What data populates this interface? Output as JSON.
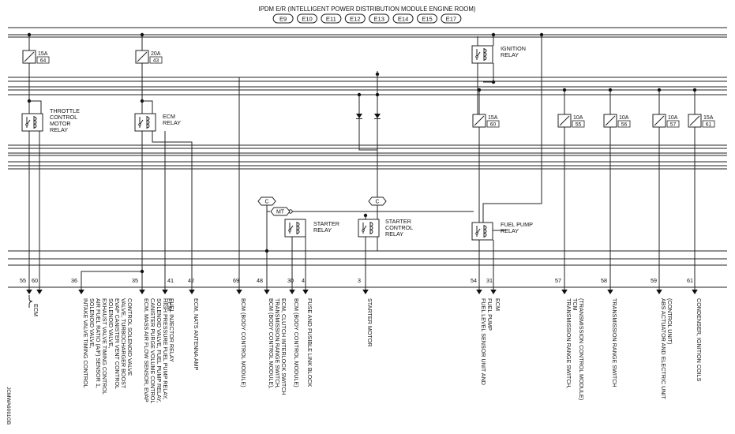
{
  "header": {
    "title": "IPDM E/R (INTELLIGENT POWER DISTRIBUTION MODULE ENGINE ROOM)",
    "connectors": [
      "E9",
      "E10",
      "E11",
      "E12",
      "E13",
      "E14",
      "E15",
      "E17"
    ]
  },
  "fuses": [
    {
      "rating": "15A",
      "number": "64"
    },
    {
      "rating": "20A",
      "number": "43"
    },
    {
      "rating": "15A",
      "number": "60"
    },
    {
      "rating": "10A",
      "number": "55"
    },
    {
      "rating": "10A",
      "number": "56"
    },
    {
      "rating": "10A",
      "number": "57"
    },
    {
      "rating": "15A",
      "number": "61"
    }
  ],
  "relays": {
    "throttle": [
      "THROTTLE",
      "CONTROL",
      "MOTOR",
      "RELAY"
    ],
    "ecm": [
      "ECM",
      "RELAY"
    ],
    "ignition": [
      "IGNITION",
      "RELAY"
    ],
    "starter": [
      "STARTER",
      "RELAY"
    ],
    "starter_control": [
      "STARTER",
      "CONTROL",
      "RELAY"
    ],
    "fuel_pump": [
      "FUEL PUMP",
      "RELAY"
    ]
  },
  "tags": {
    "c1": "C",
    "mt": "MT",
    "c2": "C"
  },
  "terminals": [
    {
      "num": "55",
      "labels": []
    },
    {
      "num": "60",
      "labels": []
    },
    {
      "num": "36",
      "labels": [
        "INTAKE VALVE TIMING CONTROL",
        "SOLENOID VALVE,",
        "AIR FUEL RATIO (A/F) SENSOR 1,",
        "EXHAUST VALVE TIMING CONTROL",
        "SOLENOID VALVE,",
        "EVAP CANISTER VENT CONTROL",
        "VALVE, TURBOCHARGER BOOST",
        "CONTROL SOLENOID VALVE"
      ]
    },
    {
      "num": "35",
      "labels": [
        "ECM, MASS AIR FLOW SENSOR, EVAP",
        "CANISTER PURGE VOLUME CONTROL",
        "SOLENOID VALVE, FUEL PUMP RELAY,",
        "HIGH PRESSURE FUEL PUMP RELAY,",
        "FUEL INJECTOR RELAY"
      ]
    },
    {
      "num": "41",
      "labels": [
        "ECM"
      ]
    },
    {
      "num": "42",
      "labels": [
        "ECM, NATS ANTENNA AMP"
      ]
    },
    {
      "num": "69",
      "labels": [
        "BCM (BODY CONTROL MODULE)"
      ]
    },
    {
      "num": "48",
      "labels": [
        "BCM (BODY CONTROL MODULE),",
        "TRANSMISSION RANGE SWITCH,",
        "ECM, CLUTCH INTERLOCK SWITCH"
      ]
    },
    {
      "num": "30",
      "labels": [
        "BCM (BODY CONTROL MODULE)"
      ]
    },
    {
      "num": "4",
      "labels": [
        "FUSE AND FUSIBLE LINK BLOCK"
      ]
    },
    {
      "num": "3",
      "labels": [
        "STARTER MOTOR"
      ]
    },
    {
      "num": "54",
      "labels": [
        "FUEL LEVEL SENSOR UNIT AND",
        "FUEL PUMP"
      ]
    },
    {
      "num": "31",
      "labels": [
        "ECM"
      ]
    },
    {
      "num": "57",
      "labels": [
        "TRANSMISSION RANGE SWITCH,",
        "TCM",
        "(TRANSMISSION CONTROL MODULE)"
      ]
    },
    {
      "num": "58",
      "labels": [
        "TRANSMISSION RANGE SWITCH"
      ]
    },
    {
      "num": "59",
      "labels": [
        "ABS ACTUATOR AND ELECTRIC UNIT",
        "(CONTROL UNIT)"
      ]
    },
    {
      "num": "61",
      "labels": [
        "CONDENSER, IGNITION COILS"
      ]
    }
  ],
  "ecm_bracket_label": "ECM",
  "figure_id": "JCMWA6061GB"
}
